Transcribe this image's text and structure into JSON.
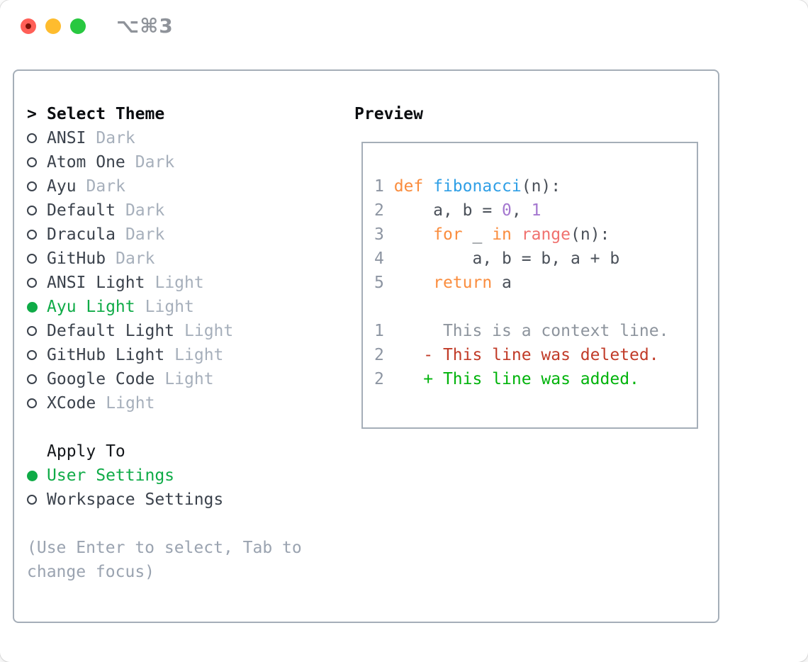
{
  "window": {
    "shortcut": "⌥⌘3"
  },
  "colors": {
    "accent_green": "#0fab47",
    "panel_border": "#a5aeb8",
    "muted_tag": "#a6afbb",
    "help_text": "#9aa3b0",
    "list_text": "#3b424c",
    "traffic_red": "#ff5f57",
    "traffic_yellow": "#febc2e",
    "traffic_green": "#28c840",
    "syntax_keyword": "#fa8d3e",
    "syntax_function": "#2f9fe6",
    "syntax_call": "#f0716e",
    "syntax_number": "#a477cf",
    "diff_deleted": "#c13b28",
    "diff_added": "#00b30b"
  },
  "theme_panel": {
    "header": {
      "marker": ">",
      "label": "Select Theme"
    },
    "items": [
      {
        "name": "ANSI",
        "tag": "Dark",
        "selected": false
      },
      {
        "name": "Atom One",
        "tag": "Dark",
        "selected": false
      },
      {
        "name": "Ayu",
        "tag": "Dark",
        "selected": false
      },
      {
        "name": "Default",
        "tag": "Dark",
        "selected": false
      },
      {
        "name": "Dracula",
        "tag": "Dark",
        "selected": false
      },
      {
        "name": "GitHub",
        "tag": "Dark",
        "selected": false
      },
      {
        "name": "ANSI Light",
        "tag": "Light",
        "selected": false
      },
      {
        "name": "Ayu Light",
        "tag": "Light",
        "selected": true
      },
      {
        "name": "Default Light",
        "tag": "Light",
        "selected": false
      },
      {
        "name": "GitHub Light",
        "tag": "Light",
        "selected": false
      },
      {
        "name": "Google Code",
        "tag": "Light",
        "selected": false
      },
      {
        "name": "XCode",
        "tag": "Light",
        "selected": false
      }
    ],
    "apply_to": {
      "label": "Apply To",
      "options": [
        {
          "name": "User Settings",
          "selected": true
        },
        {
          "name": "Workspace Settings",
          "selected": false
        }
      ]
    },
    "help": "(Use Enter to select, Tab to change focus)"
  },
  "preview": {
    "label": "Preview",
    "code_lines": [
      {
        "tokens": [
          [
            "1 ",
            "ln"
          ],
          [
            "def",
            "kw"
          ],
          [
            " ",
            "fg"
          ],
          [
            "fibonacci",
            "fn"
          ],
          [
            "(n):",
            "fg"
          ]
        ]
      },
      {
        "tokens": [
          [
            "2 ",
            "ln"
          ],
          [
            "    a, b = ",
            "fg"
          ],
          [
            "0",
            "nu"
          ],
          [
            ", ",
            "fg"
          ],
          [
            "1",
            "nu"
          ]
        ]
      },
      {
        "tokens": [
          [
            "3 ",
            "ln"
          ],
          [
            "    ",
            "fg"
          ],
          [
            "for",
            "kw"
          ],
          [
            " _ ",
            "fg"
          ],
          [
            "in",
            "kw"
          ],
          [
            " ",
            "fg"
          ],
          [
            "range",
            "call"
          ],
          [
            "(n):",
            "fg"
          ]
        ]
      },
      {
        "tokens": [
          [
            "4 ",
            "ln"
          ],
          [
            "        a, b = b, a + b",
            "fg"
          ]
        ]
      },
      {
        "tokens": [
          [
            "5 ",
            "ln"
          ],
          [
            "    ",
            "fg"
          ],
          [
            "return",
            "kw"
          ],
          [
            " a",
            "fg"
          ]
        ]
      },
      {
        "tokens": []
      },
      {
        "tokens": [
          [
            "1 ",
            "ln"
          ],
          [
            "     This is a context line.",
            "ctx"
          ]
        ]
      },
      {
        "tokens": [
          [
            "2 ",
            "ln"
          ],
          [
            "   - This line was deleted.",
            "del"
          ]
        ]
      },
      {
        "tokens": [
          [
            "2 ",
            "ln"
          ],
          [
            "   + This line was added.",
            "add"
          ]
        ]
      }
    ]
  }
}
